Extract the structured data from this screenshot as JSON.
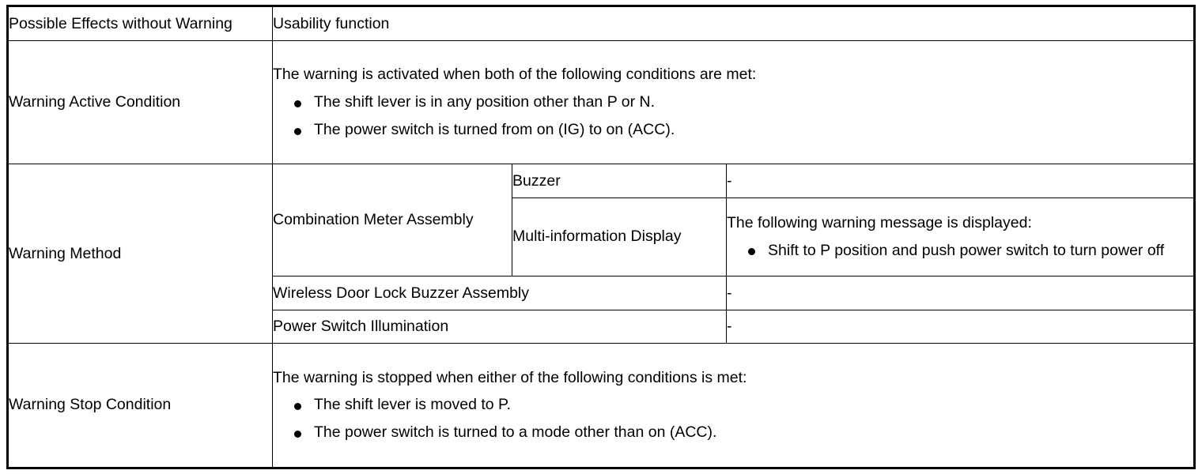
{
  "table": {
    "rows": {
      "possible_effects": {
        "label": "Possible Effects without Warning",
        "value": "Usability function"
      },
      "active_condition": {
        "label": "Warning Active Condition",
        "intro": "The warning is activated when both of the following conditions are met:",
        "bullets": [
          "The shift lever is in any position other than P or N.",
          "The power switch is turned from on (IG) to on (ACC)."
        ]
      },
      "warning_method": {
        "label": "Warning Method",
        "items": {
          "combination_meter": {
            "name": "Combination Meter Assembly",
            "sub_items": [
              {
                "name": "Buzzer",
                "value": "-"
              },
              {
                "name": "Multi-information Display",
                "intro": "The following warning message is displayed:",
                "bullets": [
                  "Shift to P position and push power switch to turn power off"
                ]
              }
            ]
          },
          "wireless_door_lock_buzzer": {
            "name": "Wireless Door Lock Buzzer Assembly",
            "value": "-"
          },
          "power_switch_illumination": {
            "name": "Power Switch Illumination",
            "value": "-"
          }
        }
      },
      "stop_condition": {
        "label": "Warning Stop Condition",
        "intro": "The warning is stopped when either of the following conditions is met:",
        "bullets": [
          "The shift lever is moved to P.",
          "The power switch is turned to a mode other than on (ACC)."
        ]
      }
    }
  }
}
